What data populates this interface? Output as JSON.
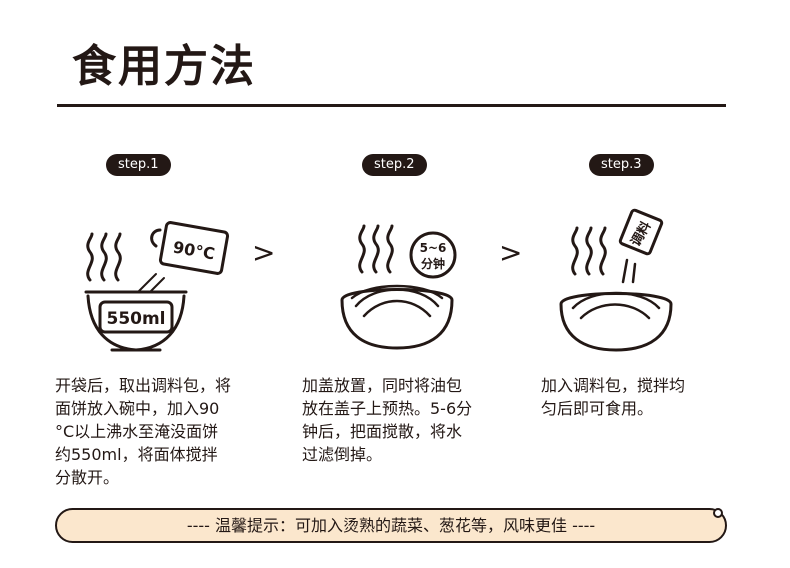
{
  "title": "食用方法",
  "steps": [
    {
      "label": "step.1",
      "lines": [
        "开袋后，取出调料包，将",
        "面饼放入碗中，加入90",
        "°C以上沸水至淹没面饼",
        "约550ml，将面体搅拌",
        "分散开。"
      ]
    },
    {
      "label": "step.2",
      "lines": [
        "加盖放置，同时将油包",
        "放在盖子上预热。5-6分",
        "钟后，把面搅散，将水",
        "过滤倒掉。"
      ]
    },
    {
      "label": "step.3",
      "lines": [
        "加入调料包，搅拌均",
        "匀后即可食用。"
      ]
    }
  ],
  "arrows": [
    ">",
    ">"
  ],
  "illustrations": {
    "kettle_label": "90°C",
    "bowl_label": "550ml",
    "timer_top": "5~6",
    "timer_bottom": "分钟",
    "packet_label": "调料"
  },
  "tip": "---- 温馨提示：可加入烫熟的蔬菜、葱花等，风味更佳 ----",
  "colors": {
    "ink": "#231815",
    "tip_bg": "#fbe7cd"
  }
}
